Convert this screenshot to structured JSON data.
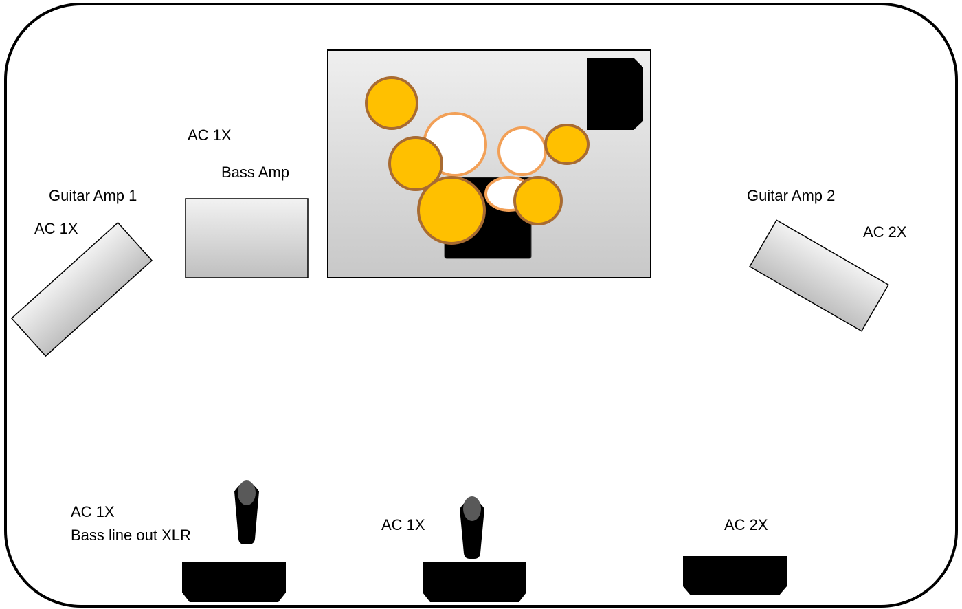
{
  "labels": {
    "drum_riser_mic": "AC 1X",
    "bass_amp": "Bass Amp",
    "guitar_amp_1": "Guitar Amp 1",
    "guitar_amp_1_power": "AC 1X",
    "guitar_amp_2": "Guitar Amp 2",
    "guitar_amp_2_power": "AC 2X",
    "bass_vocal_power": "AC 1X",
    "bass_line_out": "Bass line out XLR",
    "center_vocal_power": "AC 1X",
    "right_monitor_power": "AC 2X"
  },
  "colors": {
    "stage_border": "#000000",
    "cymbal_fill": "#FFC000",
    "cymbal_stroke": "#A86B32",
    "drum_head_fill": "#FFFFFF",
    "drum_head_stroke": "#F2A057",
    "amp_fill_light": "#F2F2F2",
    "amp_fill_dark": "#BFBFBF",
    "wedge_fill": "#000000",
    "mic_head": "#595959"
  },
  "icons": {
    "mic": "microphone-icon",
    "monitor": "floor-wedge-monitor-icon"
  }
}
